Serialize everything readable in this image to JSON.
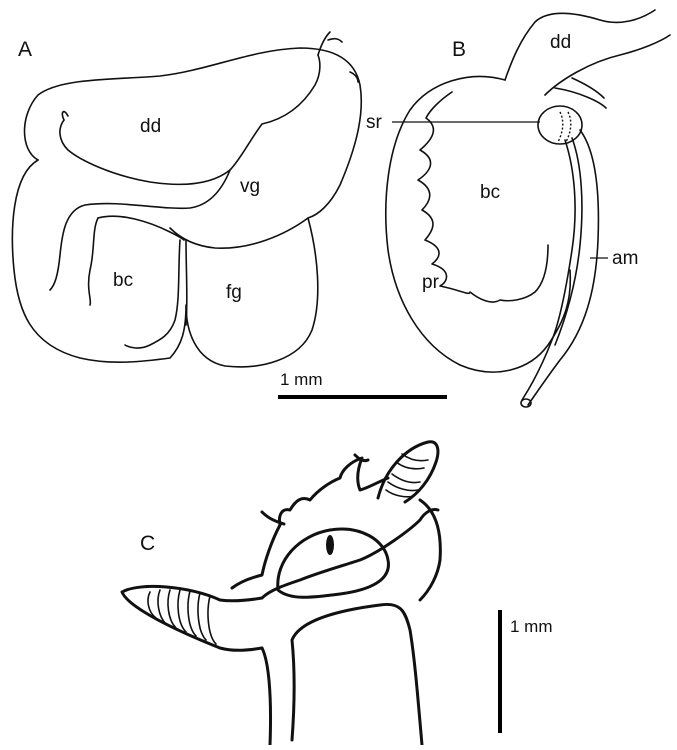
{
  "panels": {
    "a": {
      "letter": "A",
      "labels": {
        "dd": "dd",
        "vg": "vg",
        "bc": "bc",
        "fg": "fg"
      },
      "scale_bar": "1 mm"
    },
    "b": {
      "letter": "B",
      "labels": {
        "dd": "dd",
        "sr": "sr",
        "bc": "bc",
        "pr": "pr",
        "am": "am"
      }
    },
    "c": {
      "letter": "C",
      "scale_bar": "1 mm"
    }
  },
  "colors": {
    "ink": "#111111",
    "background": "#ffffff"
  }
}
